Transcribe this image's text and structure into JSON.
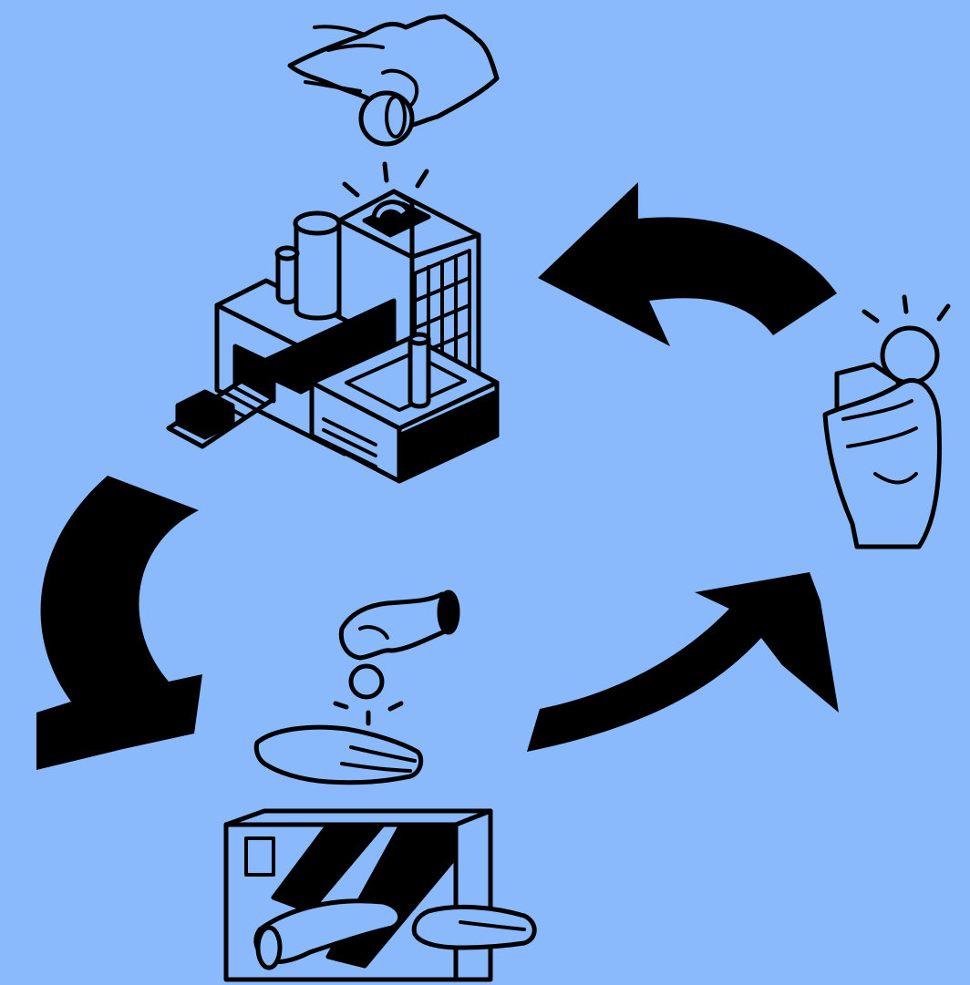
{
  "background_color": "#8ab9fc",
  "ink_color": "#000000",
  "figures": [
    {
      "name": "hand-dropping-coin-into-factory",
      "icon": "hand-coin-icon"
    },
    {
      "name": "factory-building",
      "icon": "factory-icon"
    },
    {
      "name": "hand-holding-coin-and-card",
      "icon": "hand-card-coin-icon"
    },
    {
      "name": "coin-exchange-hands",
      "icon": "coin-exchange-icon"
    },
    {
      "name": "hands-carrying-box",
      "icon": "box-hands-icon"
    }
  ],
  "arrows": [
    {
      "name": "arrow-card-to-factory",
      "direction": "counterclockwise"
    },
    {
      "name": "arrow-factory-to-box",
      "direction": "counterclockwise"
    },
    {
      "name": "arrow-box-to-card",
      "direction": "counterclockwise"
    }
  ]
}
